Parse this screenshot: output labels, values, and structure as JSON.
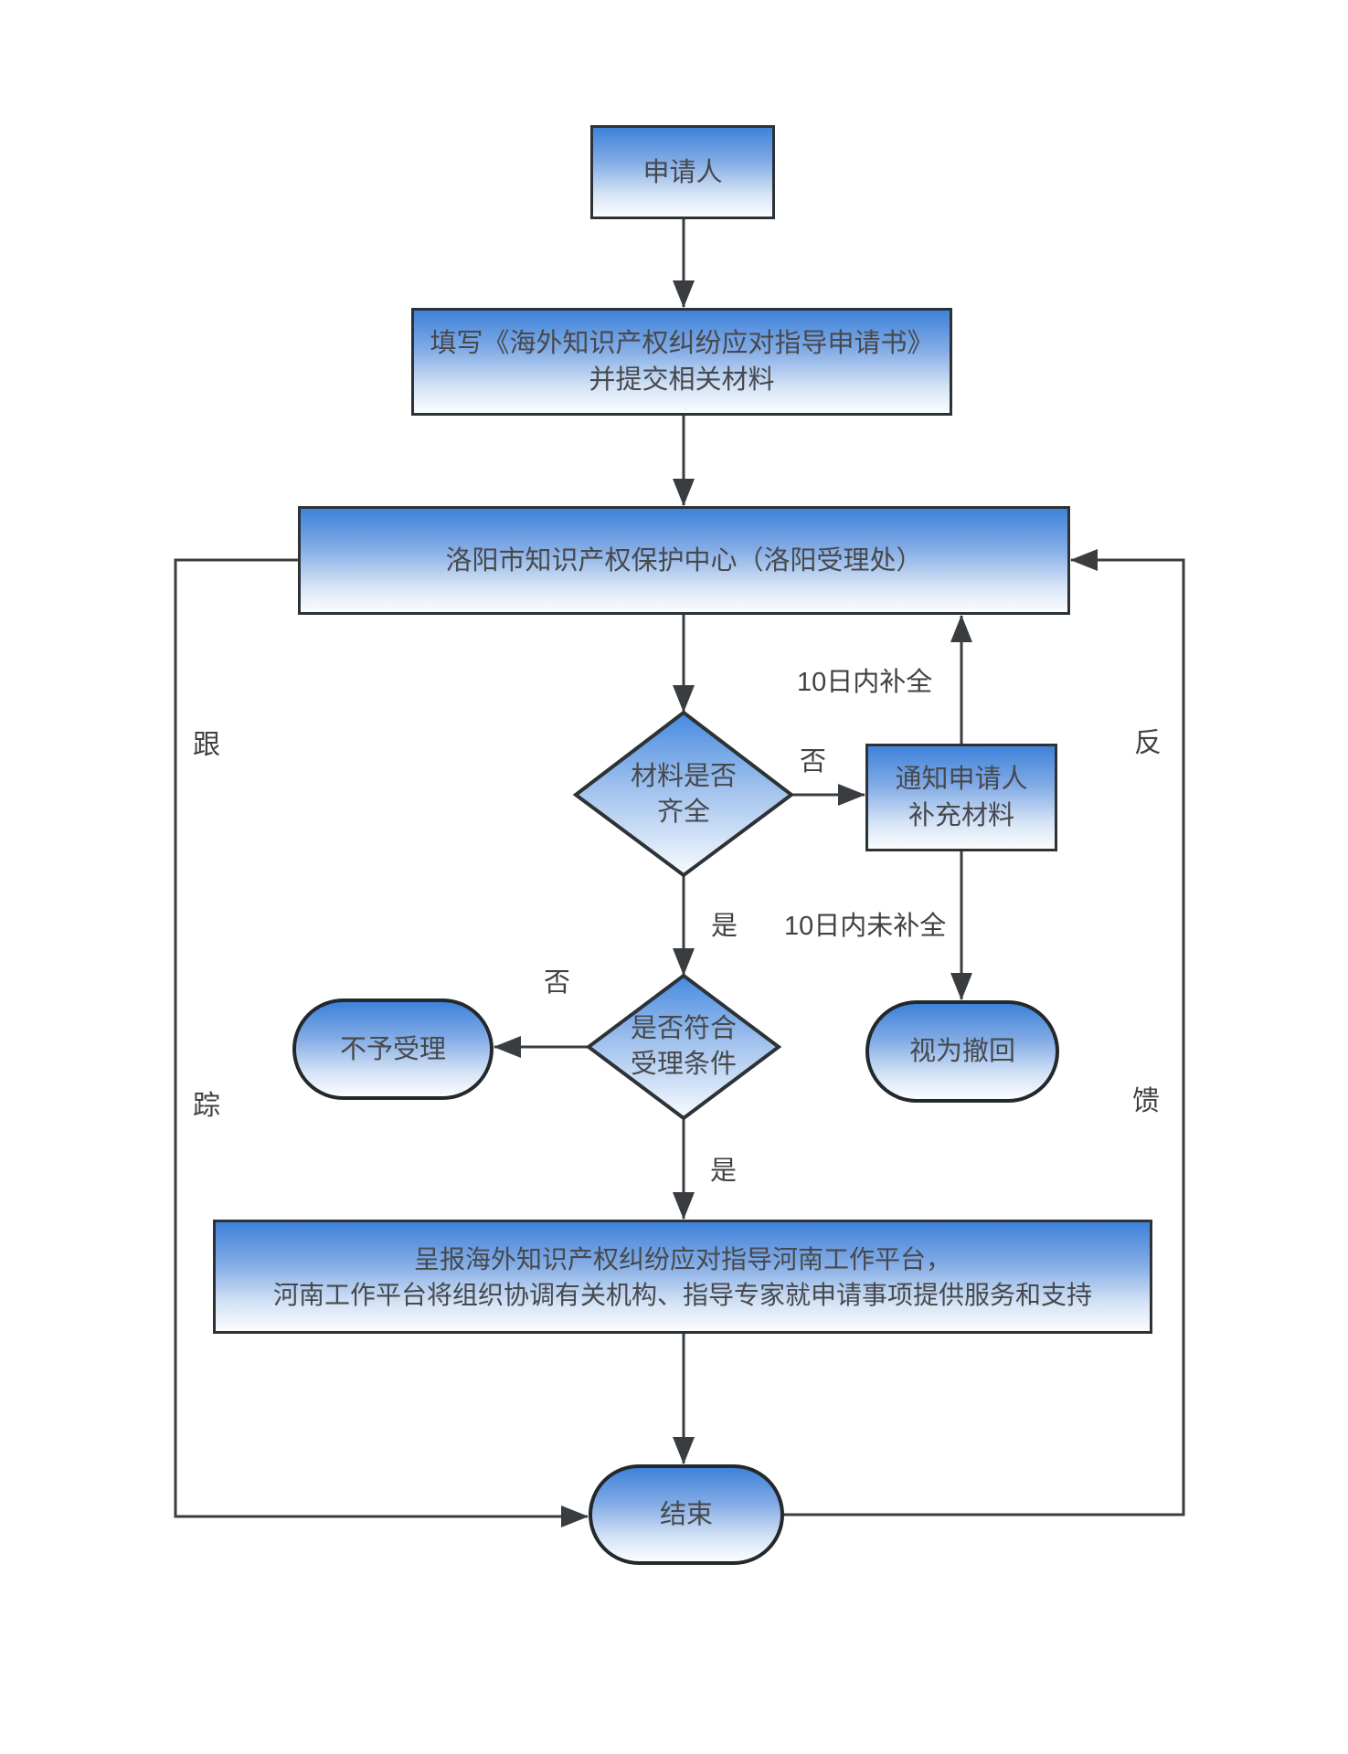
{
  "flowchart": {
    "nodes": {
      "applicant": {
        "label": "申请人"
      },
      "fill_form": {
        "line1": "填写《海外知识产权纠纷应对指导申请书》",
        "line2": "并提交相关材料"
      },
      "center": {
        "label": "洛阳市知识产权保护中心（洛阳受理处）"
      },
      "materials_complete": {
        "line1": "材料是否",
        "line2": "齐全"
      },
      "notify": {
        "line1": "通知申请人",
        "line2": "补充材料"
      },
      "meets_conditions": {
        "line1": "是否符合",
        "line2": "受理条件"
      },
      "not_accepted": {
        "label": "不予受理"
      },
      "withdrawn": {
        "label": "视为撤回"
      },
      "report_platform": {
        "line1": "呈报海外知识产权纠纷应对指导河南工作平台，",
        "line2": "河南工作平台将组织协调有关机构、指导专家就申请事项提供服务和支持"
      },
      "end": {
        "label": "结束"
      }
    },
    "edge_labels": {
      "materials_no": "否",
      "materials_yes": "是",
      "conditions_no": "否",
      "conditions_yes": "是",
      "supplement_within_10": "10日内补全",
      "not_supplement_within_10": "10日内未补全",
      "track_char_1": "跟",
      "track_char_2": "踪",
      "feedback_char_1": "反",
      "feedback_char_2": "馈"
    },
    "colors": {
      "node_fill_top": "#3e82da",
      "node_fill_bottom": "#fbfdfe",
      "node_border": "#2d3236",
      "connector": "#3a3d40",
      "text": "#47494c"
    }
  }
}
